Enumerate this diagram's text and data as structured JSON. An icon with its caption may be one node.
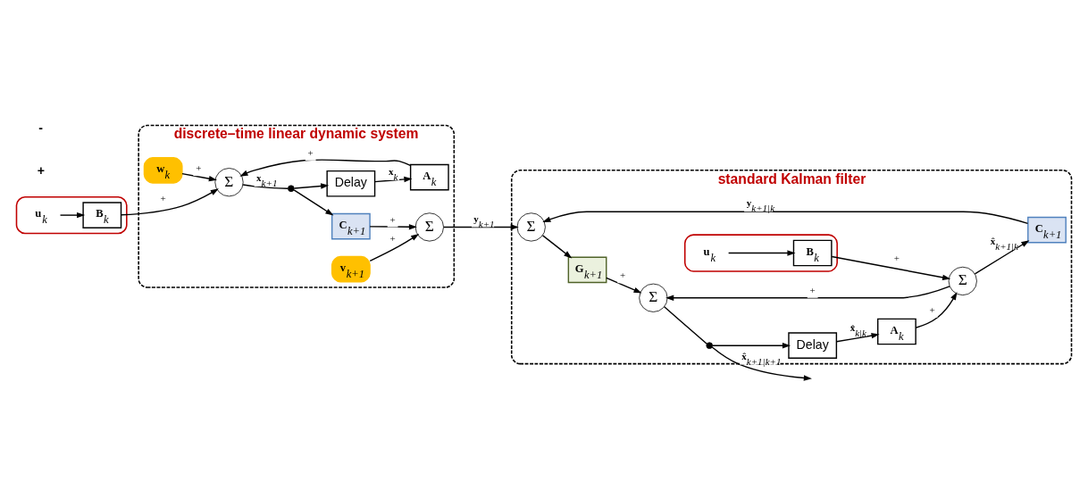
{
  "diagram": {
    "nodes": [
      {
        "text": [
          "discrete–time linear dynamic system"
        ]
      },
      {
        "text": [
          "**w**$_{k}$"
        ],
        "in": 0
      },
      {
        "text": [
          "Σ"
        ],
        "in": 0
      },
      {
        "text": [],
        "shape": "circle",
        "in": 0
      },
      {
        "text": [
          "**C**$_{k+1}$"
        ],
        "in": 0
      },
      {
        "text": [
          "**v**$_{k+1}$"
        ],
        "in": 0
      },
      {
        "text": [
          "Σ"
        ],
        "in": 0
      },
      {
        "text": [
          "Delay"
        ],
        "in": 0
      },
      {
        "text": [
          "**A**$_{k}$"
        ],
        "in": 0
      },
      {
        "text": [],
        "shape": "box"
      },
      {
        "text": [
          "**B**$_{k}$"
        ],
        "in": 9
      },
      {
        "text": [
          "**u**$_{k}$"
        ],
        "in": 9
      },
      {
        "text": [
          "standard Kalman filter"
        ]
      },
      {
        "text": [
          "Σ"
        ],
        "in": 12
      },
      {
        "text": [
          "**G**$_{k+1}$"
        ],
        "in": 12
      },
      {
        "text": [
          "Σ"
        ],
        "in": 12
      },
      {
        "text": [],
        "shape": "circle",
        "in": 12
      },
      {
        "text": [
          "Delay"
        ],
        "in": 12
      },
      {
        "text": [
          "**A**$_{k}$"
        ],
        "in": 12
      },
      {
        "text": [
          "Σ"
        ],
        "in": 12
      },
      {
        "text": [
          "**C**$_{k+1}$"
        ],
        "in": 12
      },
      {
        "text": [],
        "shape": "box",
        "in": 12
      },
      {
        "text": [
          "**u**$_{k}$"
        ],
        "in": 21
      },
      {
        "text": [
          "**B**$_{k}$"
        ],
        "in": 21
      }
    ],
    "edges": [
      {
        "from": 1,
        "to": 2,
        "arrow": "to",
        "label": "+"
      },
      {
        "from": 11,
        "to": 10,
        "arrow": "to"
      },
      {
        "from": 10,
        "to": 2,
        "arrow": "to",
        "label": "+"
      },
      {
        "from": 2,
        "to": 3,
        "arrow": "none",
        "label": "**x**$_{k+1}$"
      },
      {
        "from": 3,
        "to": 4,
        "arrow": "to"
      },
      {
        "from": 3,
        "to": 7,
        "arrow": "to"
      },
      {
        "from": 7,
        "to": 8,
        "arrow": "to",
        "label": "**x**$_{k}$"
      },
      {
        "from": 8,
        "to": 2,
        "arrow": "to",
        "label": "+"
      },
      {
        "from": 4,
        "to": 6,
        "arrow": "to",
        "label": "+"
      },
      {
        "from": 5,
        "to": 6,
        "arrow": "to",
        "label": "+"
      },
      {
        "from": 6,
        "to": 13,
        "arrow": "to",
        "label": "**y**$_{k+1}$"
      },
      {
        "from": 13,
        "to": 14,
        "arrow": "to"
      },
      {
        "from": 14,
        "to": 15,
        "arrow": "to",
        "label": "+"
      },
      {
        "from": 15,
        "to": 16,
        "arrow": "none"
      },
      {
        "from": 16,
        "to": null,
        "arrow": "to",
        "label": "**x̂**$_{k+1|k+1}$"
      },
      {
        "from": 16,
        "to": 17,
        "arrow": "to"
      },
      {
        "from": 17,
        "to": 18,
        "arrow": "to",
        "label": "**x̂**$_{k|k}$"
      },
      {
        "from": 18,
        "to": 19,
        "arrow": "to",
        "label": "+"
      },
      {
        "from": 22,
        "to": 23,
        "arrow": "to"
      },
      {
        "from": 23,
        "to": 19,
        "arrow": "to",
        "label": "+"
      },
      {
        "from": 19,
        "to": 15,
        "arrow": "to",
        "label": "+"
      },
      {
        "from": 19,
        "to": 20,
        "arrow": "to",
        "label": "**x̂**$_{k+1|k}$"
      },
      {
        "from": 20,
        "to": 13,
        "arrow": "to",
        "label": "**y**$_{k+1|k}$"
      }
    ],
    "labels": [
      "+",
      "-"
    ]
  }
}
